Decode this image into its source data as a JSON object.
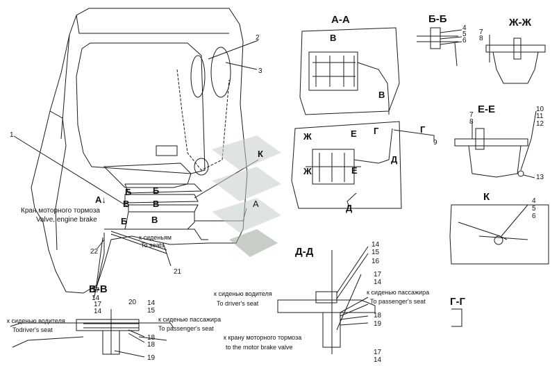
{
  "sections": {
    "aa": "А-А",
    "bb": "Б-Б",
    "zhzh": "Ж-Ж",
    "ee": "Е-Е",
    "k": "К",
    "vv": "В-В",
    "dd": "Д-Д",
    "gg": "Г-Г"
  },
  "labels": {
    "a_arrow": "А↓",
    "engine_brake_ru": "Кран моторного тормоза",
    "engine_brake_en": "Valve, engine brake",
    "to_seats_ru": "к сиденьям",
    "to_seats_en": "To seats",
    "driver_seat_ru": "к сиденью водителя",
    "driver_seat_en": "To driver's seat",
    "driver_seat_en2": "Todriver's seat",
    "pass_seat_ru": "к сиденью пассажира",
    "pass_seat_en": "To passenger's seat",
    "motor_valve_ru": "к крану моторного тормоза",
    "motor_valve_en": "to the motor brake valve"
  },
  "letters": {
    "B": "Б",
    "V": "В",
    "K": "К",
    "A": "А",
    "Zh": "Ж",
    "E": "Е",
    "G": "Г",
    "D": "Д"
  },
  "numbers": {
    "n1": "1",
    "n2": "2",
    "n3": "3",
    "n4": "4",
    "n5": "5",
    "n6": "6",
    "n7": "7",
    "n8": "8",
    "n9": "9",
    "n10": "10",
    "n11": "11",
    "n12": "12",
    "n13": "13",
    "n14": "14",
    "n15": "15",
    "n16": "16",
    "n17": "17",
    "n18": "18",
    "n19": "19",
    "n20": "20",
    "n21": "21",
    "n22": "22"
  },
  "colors": {
    "line": "#1a1a1a",
    "watermark": "#c8cfc8",
    "watermark_dark": "#9aa59a"
  }
}
